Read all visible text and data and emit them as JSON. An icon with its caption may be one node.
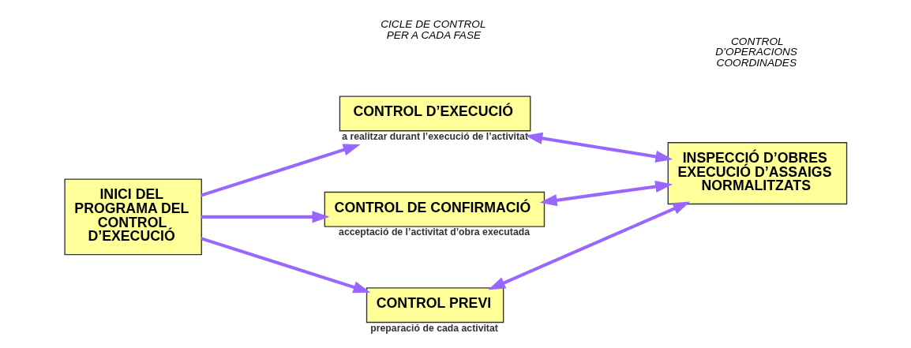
{
  "diagram": {
    "nodes": [
      {
        "text": [
          "INICI DEL PROGRAMA DEL CONTROL D’EXECUCIÓ"
        ]
      },
      {
        "text": [
          "CONTROL PREVI"
        ],
        "beside": [
          "preparació de cada activitat"
        ]
      },
      {
        "text": [
          "CONTROL D’EXECUCIÓ"
        ],
        "beside": [
          "a realitzar durant l’execució de l’activitat"
        ]
      },
      {
        "text": [
          "CONTROL DE CONFIRMACIÓ"
        ],
        "beside": [
          "acceptació de l’activitat d’obra executada"
        ]
      },
      {
        "text": [
          "INSPECCIÓ D’OBRES EXECUCIÓ D’ASSAIGS NORMALITZATS"
        ]
      }
    ],
    "edges": [
      {
        "from": 0,
        "to": 1,
        "arrow": "to"
      },
      {
        "from": 0,
        "to": 2,
        "arrow": "to"
      },
      {
        "from": 0,
        "to": 3,
        "arrow": "to"
      },
      {
        "from": 4,
        "to": 1,
        "arrow": "both"
      },
      {
        "from": 2,
        "to": 4,
        "arrow": "both"
      },
      {
        "from": 4,
        "to": 3,
        "arrow": "both"
      }
    ],
    "labels": [
      "CICLE DE CONTROL PER A CADA FASE",
      "CONTROL D’OPERACIONS COORDINADES"
    ]
  }
}
